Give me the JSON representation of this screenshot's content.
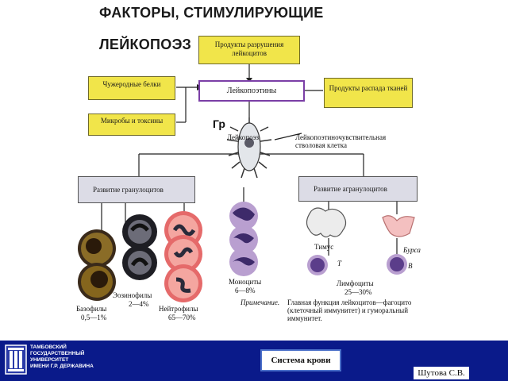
{
  "title": {
    "line1": "ФАКТОРЫ, СТИМУЛИРУЮЩИЕ",
    "line2": "ЛЕЙКОПОЭЗ"
  },
  "diagram": {
    "box_products_leukocytes": "Продукты разрушения лейкоцитов",
    "box_foreign_proteins": "Чужеродные белки",
    "box_microbes": "Микробы и токсины",
    "box_leukopoietins": "Лейкопоэтины",
    "box_tissue_products": "Продукты распада тканей",
    "stem_cell_overlay": "Гр",
    "stem_cell_overlay2": "Лейкопоэз",
    "stem_cell_label": "Лейкопоэтиночувствительная стволовая клетка",
    "granulocyte_box": "Развитие гранулоцитов",
    "agranulocyte_box": "Развитие агранулоцитов",
    "basophils": "Базофилы",
    "basophils_pct": "0,5—1%",
    "eosinophils": "Эозинофилы",
    "eosinophils_pct": "2—4%",
    "neutrophils": "Нейтрофилы",
    "neutrophils_pct": "65—70%",
    "monocytes": "Моноциты",
    "monocytes_pct": "6—8%",
    "thymus": "Тимус",
    "bursa": "Бурса",
    "t_label": "T",
    "b_label": "B",
    "lymphocytes": "Лимфоциты",
    "lymphocytes_pct": "25—30%",
    "note_label": "Примечание.",
    "note_text": "Главная функция лейкоцитов—фагоцито (клеточный иммунитет) и гуморальный иммунитет."
  },
  "footer": {
    "university": "ТАМБОВСКИЙ\nГОСУДАРСТВЕННЫЙ\nУНИВЕРСИТЕТ\nИМЕНИ Г.Р. ДЕРЖАВИНА",
    "system": "Система крови",
    "author": "Шутова С.В."
  },
  "colors": {
    "footer_bg": "#0a1a8a",
    "yellow_box": "#f1e54a",
    "grey_box": "#dcdce6",
    "leukopoietin_border": "#7b3fa6"
  }
}
